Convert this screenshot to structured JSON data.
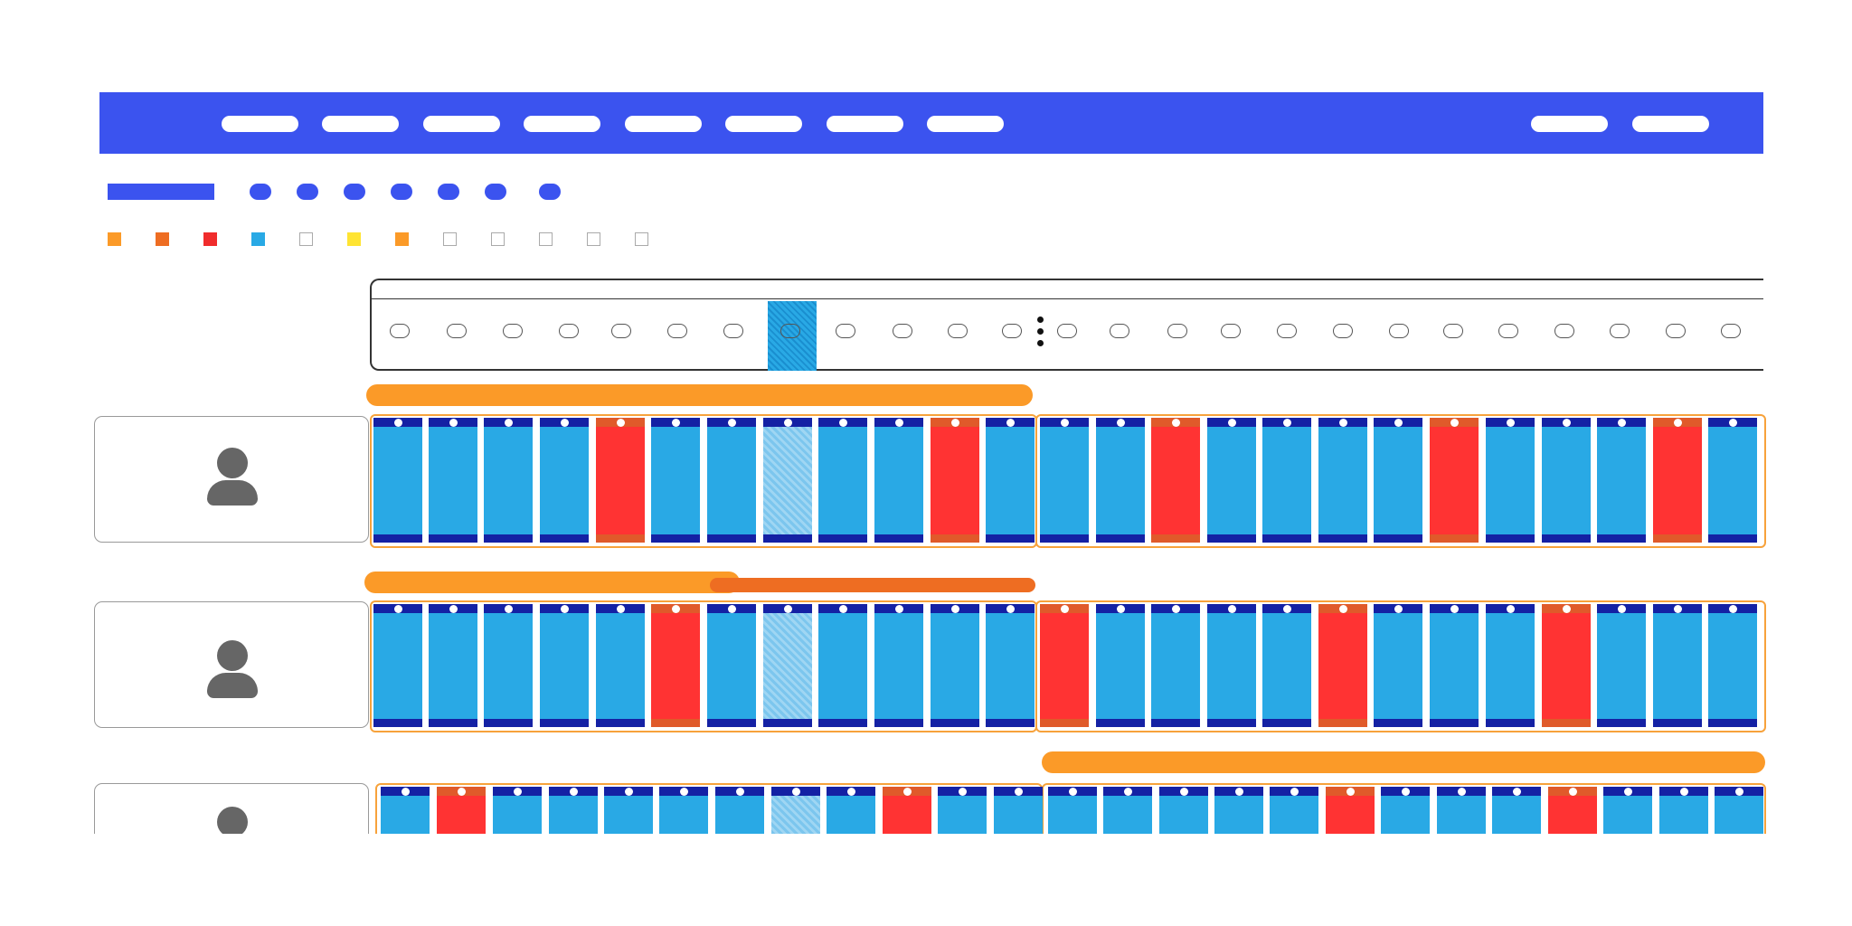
{
  "colors": {
    "brand": "#3b53ef",
    "white": "#ffffff",
    "cell_blue": "#29a9e5",
    "cell_red": "#ff3333",
    "cell_cap": "#1421a4",
    "accent_orange": "#fb9a28",
    "accent_dark_orange": "#ee6d22",
    "avatar_gray": "#666666"
  },
  "legend": [
    {
      "fill": "#fb9a28",
      "outline": false
    },
    {
      "fill": "#ee6d22",
      "outline": false
    },
    {
      "fill": "#f02c2c",
      "outline": false
    },
    {
      "fill": "#29a9e5",
      "outline": false
    },
    {
      "fill": "#ffffff",
      "outline": true
    },
    {
      "fill": "#ffe433",
      "outline": false
    },
    {
      "fill": "#fb9a28",
      "outline": false
    },
    {
      "fill": "#ffffff",
      "outline": true
    },
    {
      "fill": "#ffffff",
      "outline": true
    },
    {
      "fill": "#ffffff",
      "outline": true
    },
    {
      "fill": "#ffffff",
      "outline": true
    },
    {
      "fill": "#ffffff",
      "outline": true
    }
  ],
  "rows": [
    {
      "avatar": "user-icon",
      "cells": [
        "b",
        "b",
        "b",
        "b",
        "r",
        "b",
        "b",
        "h",
        "b",
        "b",
        "r",
        "b",
        "b",
        "b",
        "r",
        "b",
        "b",
        "b",
        "b",
        "r",
        "b",
        "b",
        "b",
        "r",
        "b"
      ]
    },
    {
      "avatar": "user-icon",
      "cells": [
        "b",
        "b",
        "b",
        "b",
        "b",
        "r",
        "b",
        "h",
        "b",
        "b",
        "b",
        "b",
        "r",
        "b",
        "b",
        "b",
        "b",
        "r",
        "b",
        "b",
        "b",
        "r",
        "b",
        "b",
        "b"
      ]
    },
    {
      "avatar": "user-icon",
      "cells": [
        "b",
        "r",
        "b",
        "b",
        "b",
        "b",
        "b",
        "h",
        "b",
        "r",
        "b",
        "b",
        "b",
        "b",
        "b",
        "b",
        "b",
        "r",
        "b",
        "b",
        "b",
        "r",
        "b",
        "b",
        "b"
      ]
    }
  ]
}
